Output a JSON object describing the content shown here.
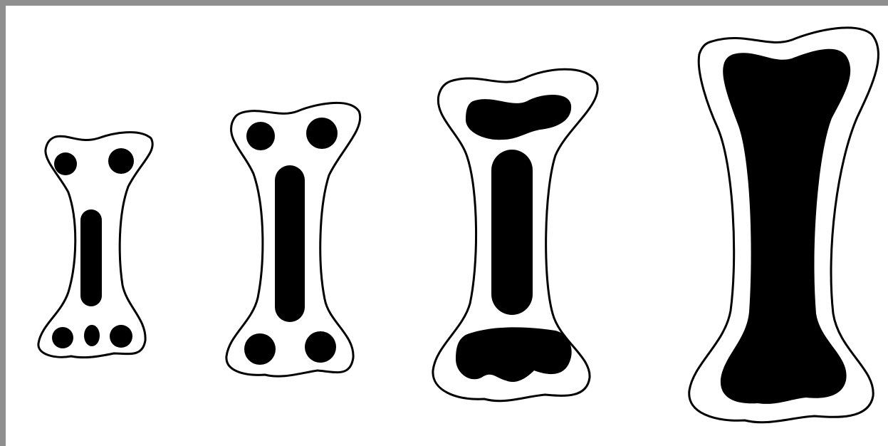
{
  "figure": {
    "stages": [
      {
        "id": "stage-1",
        "ossification_centers": {
          "diaphysis": 1,
          "proximal_epiphysis": 2,
          "distal_epiphysis": 3
        }
      },
      {
        "id": "stage-2",
        "ossification_centers": {
          "diaphysis": 1,
          "proximal_epiphysis": 2,
          "distal_epiphysis": 2
        }
      },
      {
        "id": "stage-3",
        "ossification_centers": {
          "diaphysis": 1,
          "proximal_epiphysis": 1,
          "distal_epiphysis": 1
        }
      },
      {
        "id": "stage-4",
        "ossification_centers": {
          "whole_bone": 1
        }
      }
    ],
    "colors": {
      "bone": "#ffffff",
      "ossified": "#000000",
      "outline": "#000000",
      "frame": "#8f8f8f"
    }
  }
}
